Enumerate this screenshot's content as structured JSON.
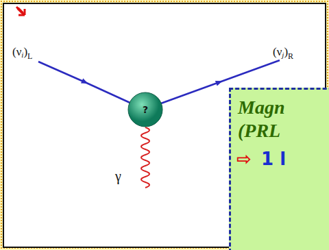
{
  "diagram": {
    "nodes": [
      {
        "text": [
          "?"
        ]
      },
      {
        "text": [
          "Magn",
          "(PRL",
          "⇨",
          "1 l"
        ]
      }
    ],
    "labels": [
      "(ν",
      "i",
      ")",
      "L",
      "(ν",
      "j",
      ")",
      "R",
      "γ"
    ]
  }
}
